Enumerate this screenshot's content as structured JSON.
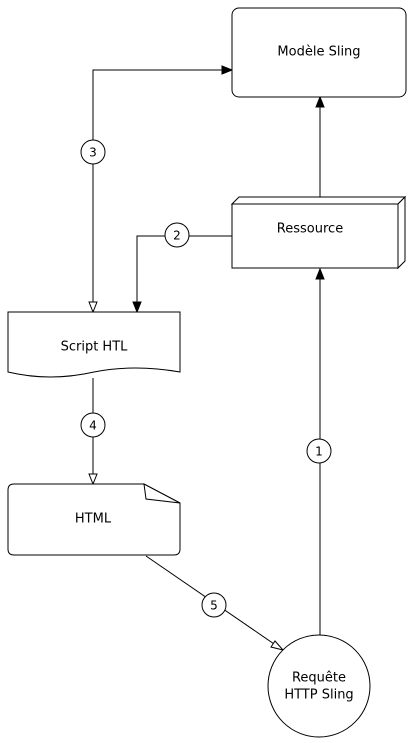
{
  "nodes": {
    "sling_model": "Modèle Sling",
    "resource": "Ressource",
    "htl_script": "Script HTL",
    "html": "HTML",
    "request_line1": "Requête",
    "request_line2": "HTTP Sling"
  },
  "steps": {
    "step1": "1",
    "step2": "2",
    "step3": "3",
    "step4": "4",
    "step5": "5"
  }
}
